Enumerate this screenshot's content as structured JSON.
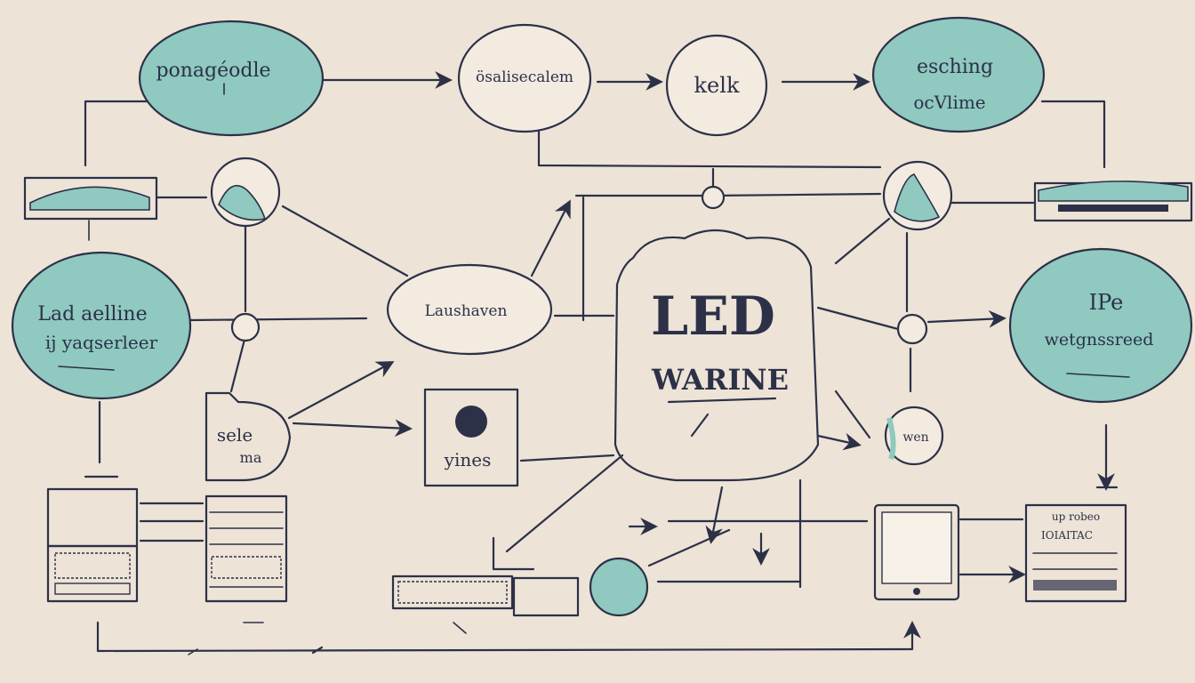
{
  "colors": {
    "background": "#ede3d6",
    "ink": "#2c3148",
    "teal_fill": "#8fc9bf",
    "teal_light": "#a8d6cc",
    "paper": "#f3ebe0"
  },
  "nodes": {
    "top_left_bubble": "ponagéodle",
    "top_center_bubble": "ösalisecalem",
    "top_mid_circle": "kelk",
    "top_right_bubble_line1": "esching",
    "top_right_bubble_line2": "ocVlime",
    "left_bubble_line1": "Lad aelline",
    "left_bubble_line2": "ij yaqserleer",
    "center_oval": "Laushaven",
    "center_title_line1": "LED",
    "center_title_line2": "WARINE",
    "right_bubble_line1": "IPe",
    "right_bubble_line2": "wetgnssreed",
    "document_line1": "sele",
    "document_line2": "ma",
    "square_label": "yines",
    "small_right_circle": "wen",
    "right_card_line1": "up robeo",
    "right_card_line2": "IOIAITAC"
  },
  "icons": [
    "laptop-icon",
    "server-icon",
    "keyboard-icon",
    "tablet-icon",
    "document-card-icon",
    "router-icon"
  ]
}
